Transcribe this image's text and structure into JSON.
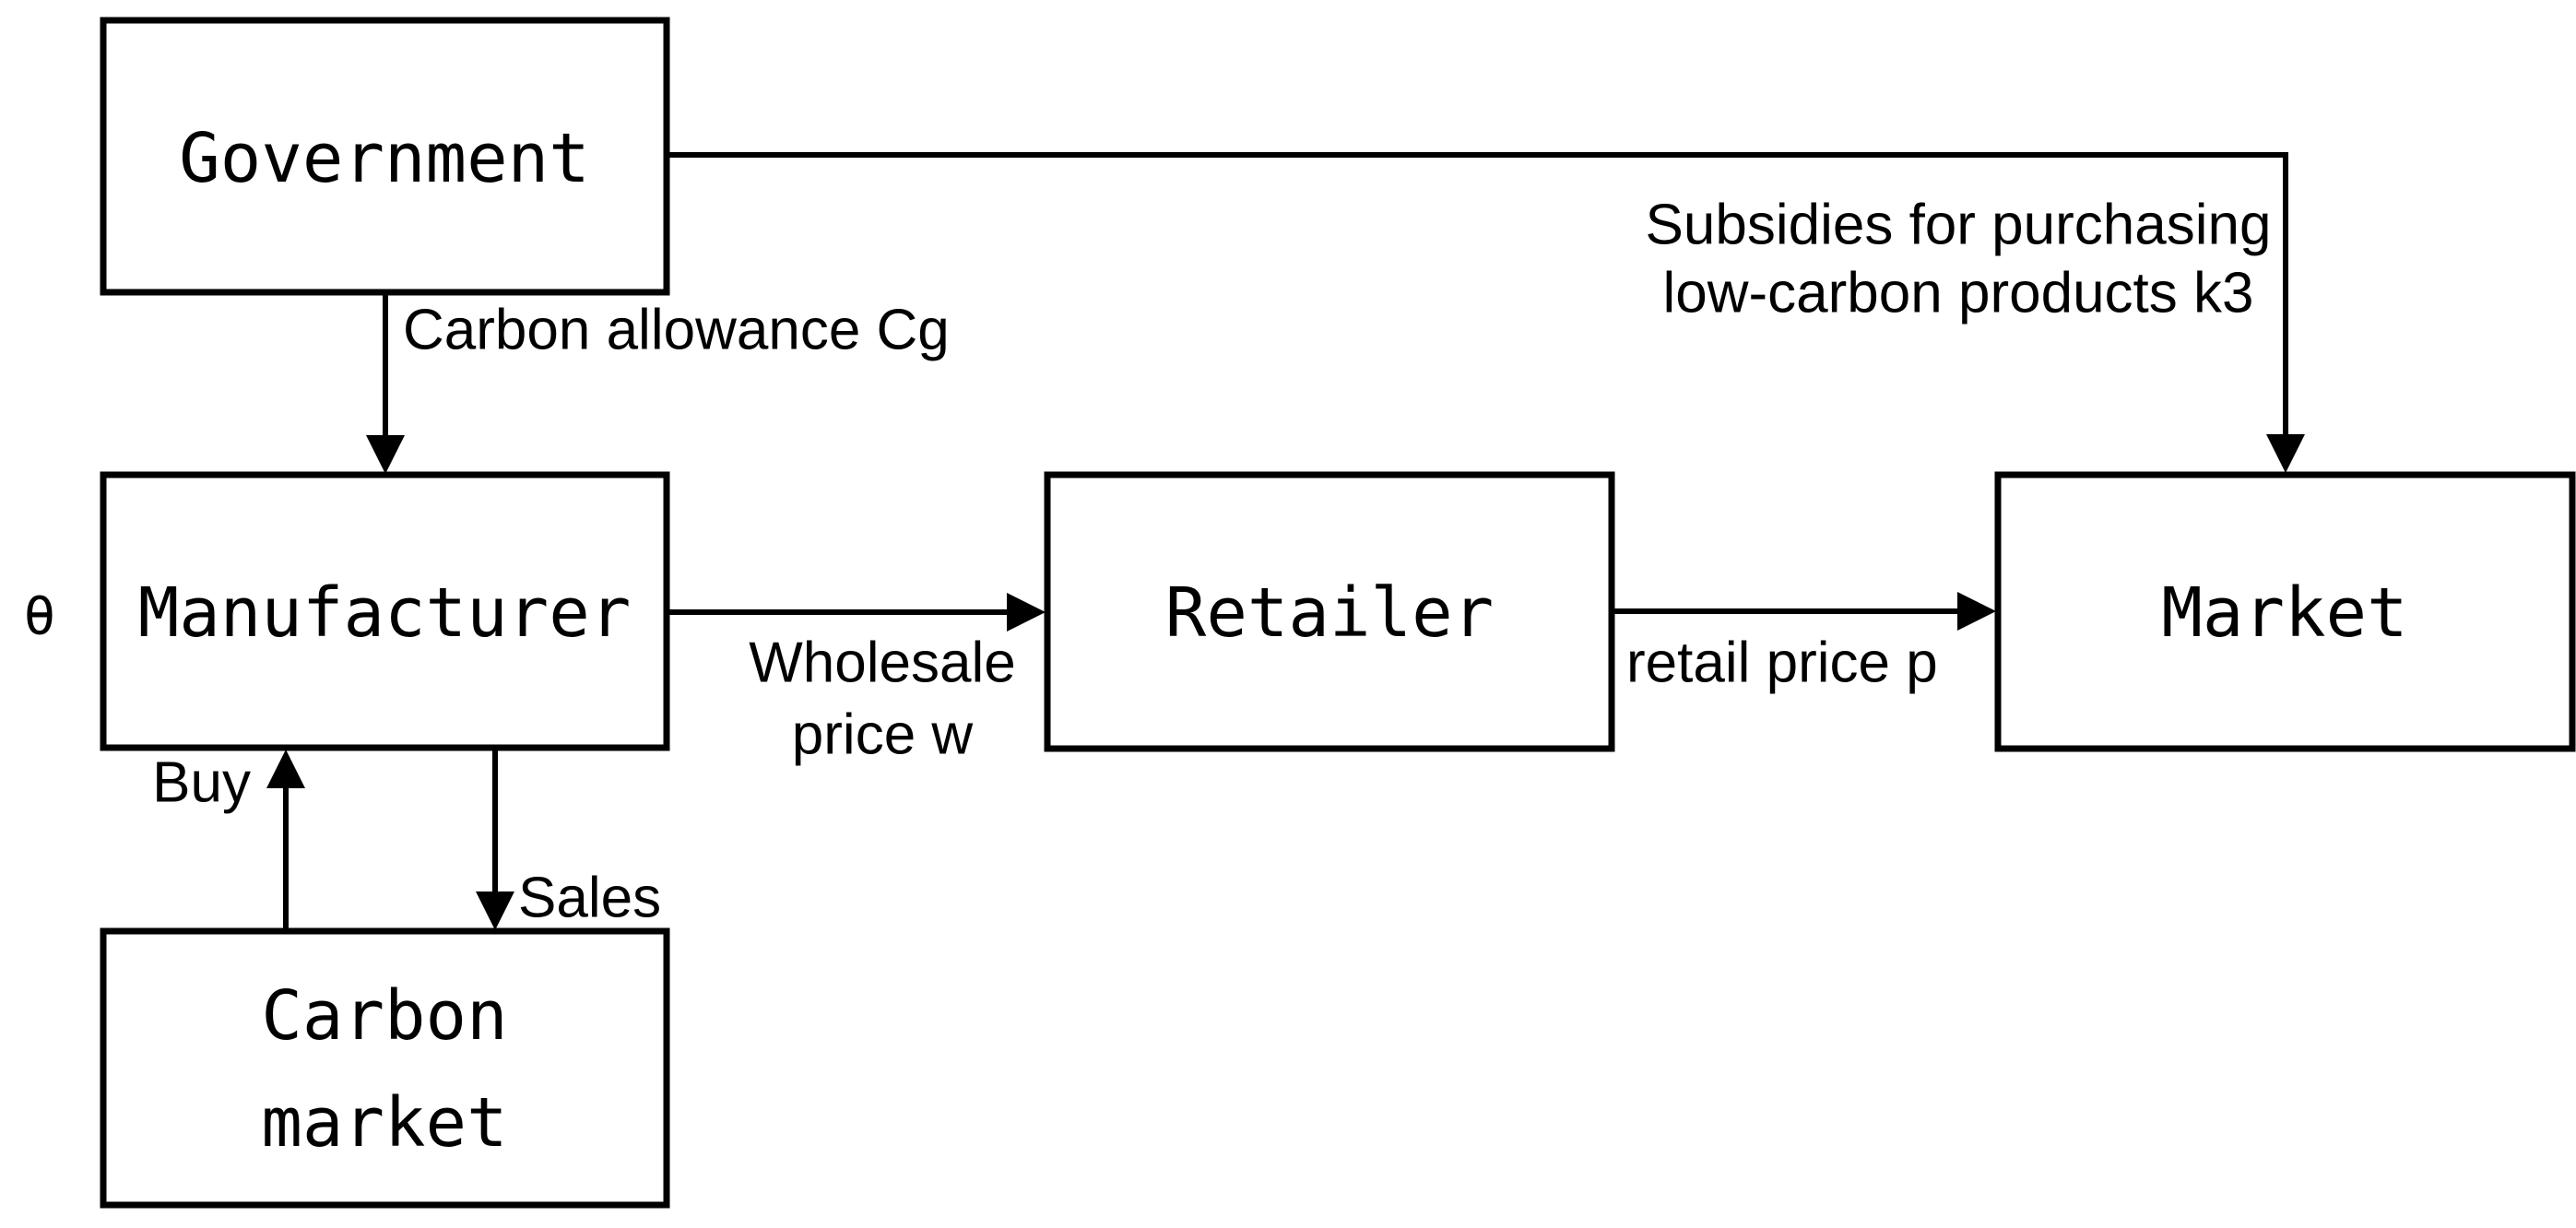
{
  "diagram": {
    "description": "Supply chain flow diagram with government carbon policy",
    "colors": {
      "background": "#ffffff",
      "line": "#000000",
      "text": "#000000"
    },
    "nodes": {
      "government": {
        "label": "Government"
      },
      "manufacturer": {
        "label": "Manufacturer"
      },
      "retailer": {
        "label": "Retailer"
      },
      "market": {
        "label": "Market"
      },
      "carbon_market": {
        "label_line1": "Carbon",
        "label_line2": "market"
      }
    },
    "edges": {
      "carbon_allowance": {
        "from": "government",
        "to": "manufacturer",
        "label": "Carbon allowance Cg"
      },
      "subsidies": {
        "from": "government",
        "to": "market",
        "label_line1": "Subsidies for purchasing",
        "label_line2": "low-carbon products k3"
      },
      "wholesale": {
        "from": "manufacturer",
        "to": "retailer",
        "label_line1": "Wholesale",
        "label_line2": "price w"
      },
      "retail": {
        "from": "retailer",
        "to": "market",
        "label": "retail price p"
      },
      "buy": {
        "from": "carbon_market",
        "to": "manufacturer",
        "label": "Buy"
      },
      "sales": {
        "from": "manufacturer",
        "to": "carbon_market",
        "label": "Sales"
      }
    },
    "annotations": {
      "theta": {
        "label": "θ"
      }
    }
  }
}
